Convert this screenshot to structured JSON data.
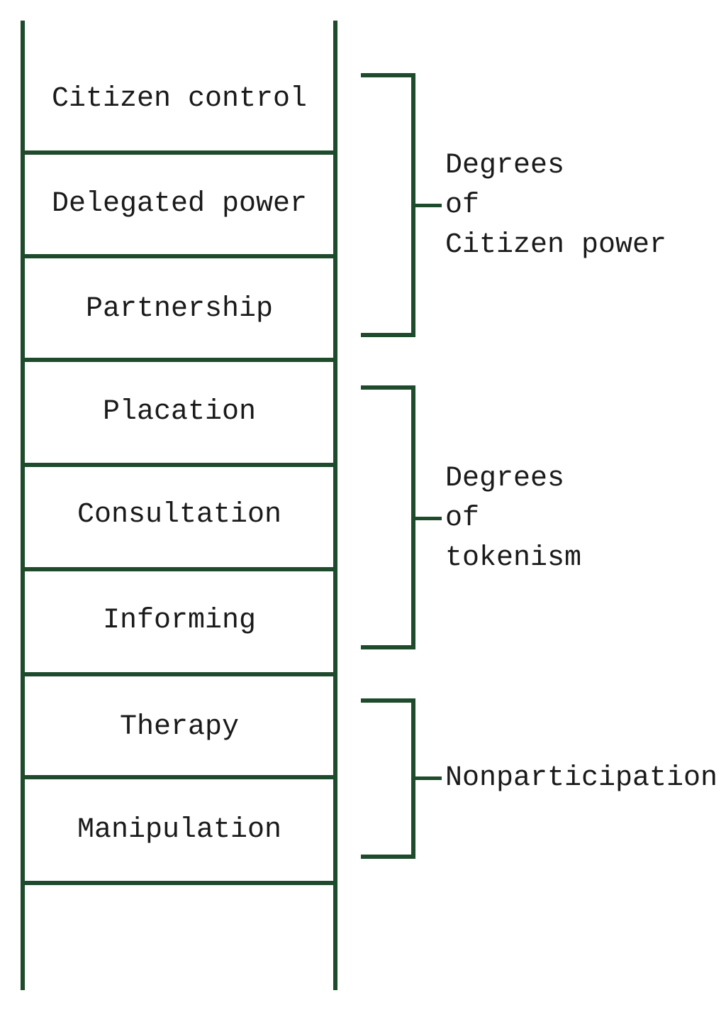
{
  "colors": {
    "line": "#1d4b2c",
    "text": "#1a1a1a",
    "background": "#ffffff"
  },
  "ladder": {
    "rungs": [
      "Citizen control",
      "Delegated power",
      "Partnership",
      "Placation",
      "Consultation",
      "Informing",
      "Therapy",
      "Manipulation"
    ]
  },
  "groups": [
    {
      "lines": [
        "Degrees",
        "of",
        "Citizen power"
      ]
    },
    {
      "lines": [
        "Degrees",
        "of",
        "tokenism"
      ]
    },
    {
      "lines": [
        "Nonparticipation"
      ]
    }
  ]
}
